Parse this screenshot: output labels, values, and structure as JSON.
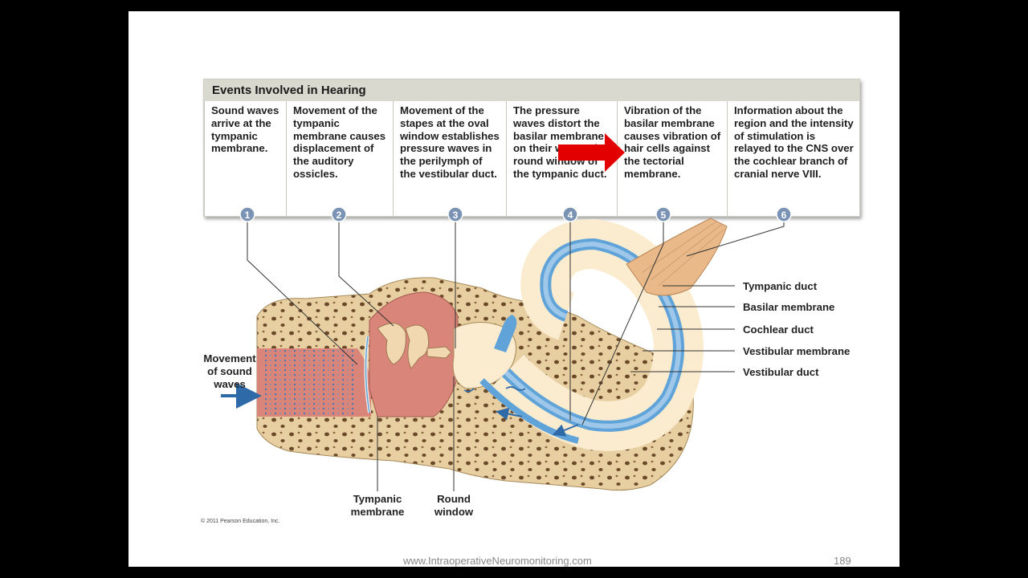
{
  "title": "Events Involved in Hearing",
  "steps": [
    {
      "number": "1",
      "text": "Sound waves arrive at the tympanic membrane."
    },
    {
      "number": "2",
      "text": "Movement of the tympanic membrane causes displacement of the auditory ossicles."
    },
    {
      "number": "3",
      "text": "Movement of the stapes at the oval window establishes pressure waves in the perilymph of the vestibular duct."
    },
    {
      "number": "4",
      "text": "The pressure waves distort the basilar membrane on their way to the round window of the tympanic duct."
    },
    {
      "number": "5",
      "text": "Vibration of the basilar membrane causes vibration of hair cells against the tectorial membrane."
    },
    {
      "number": "6",
      "text": "Information about the region and the intensity of stimulation is relayed to the CNS over the cochlear branch of cranial nerve VIII."
    }
  ],
  "labels": {
    "movement_of_sound_waves": "Movement of sound waves",
    "tympanic_membrane": "Tympanic membrane",
    "round_window": "Round window",
    "tympanic_duct": "Tympanic duct",
    "basilar_membrane": "Basilar membrane",
    "cochlear_duct": "Cochlear duct",
    "vestibular_membrane": "Vestibular membrane",
    "vestibular_duct": "Vestibular duct"
  },
  "copyright": "© 2011 Pearson Education, Inc.",
  "footer": {
    "url": "www.IntraoperativeNeuromonitoring.com",
    "page_number": "189"
  },
  "colors": {
    "bone": "#e7cfa1",
    "bone_dark": "#6b4a2a",
    "tissue": "#d9857a",
    "fluid_blue": "#5fa3d8",
    "cochlea_light": "#fbecd0",
    "highlight_arrow": "#e30000",
    "number_circle": "#7a93b5"
  }
}
